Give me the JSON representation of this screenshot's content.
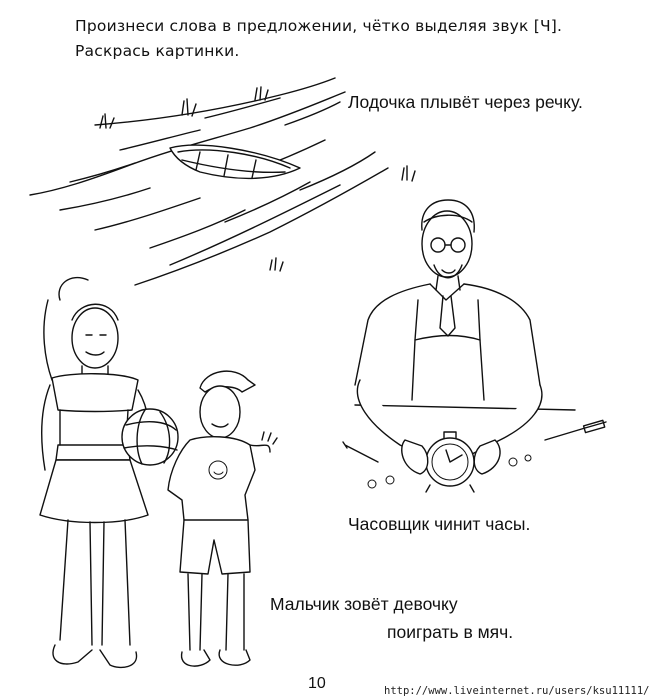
{
  "instructions": {
    "line1": "Произнеси слова в предложении, чётко выделяя звук [Ч].",
    "line2": "Раскрась картинки."
  },
  "captions": {
    "boat": "Лодочка плывёт через речку.",
    "watchmaker": "Часовщик чинит часы.",
    "boy_line1": "Мальчик зовёт девочку",
    "boy_line2": "поиграть в мяч."
  },
  "page_number": "10",
  "watermark": "http://www.liveinternet.ru/users/ksu11111/"
}
